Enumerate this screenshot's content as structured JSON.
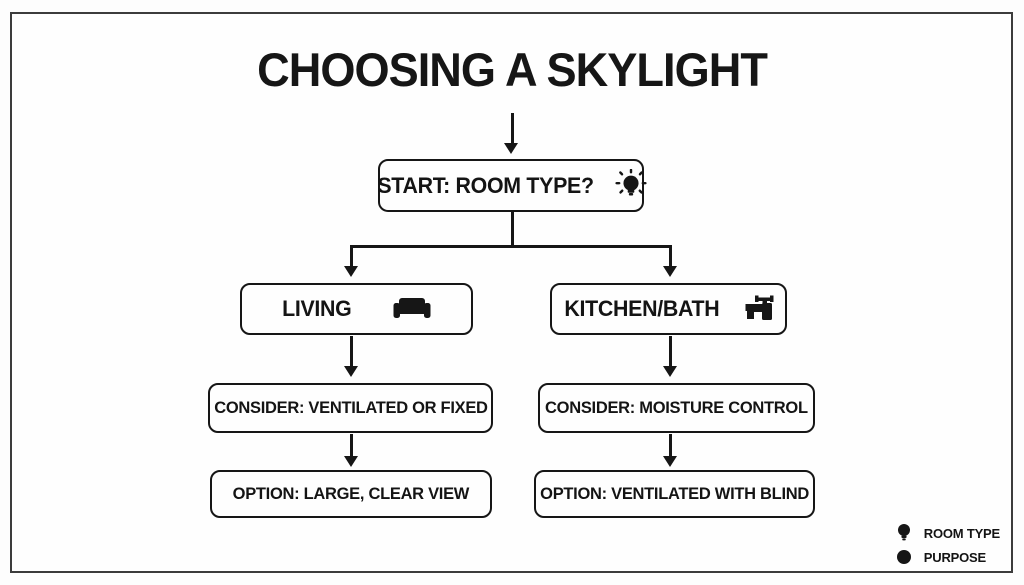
{
  "title": "CHOOSING A SKYLIGHT",
  "flowchart": {
    "nodes": {
      "start": {
        "label": "START: ROOM TYPE?",
        "icon": "lightbulb-rays-icon"
      },
      "living": {
        "label": "LIVING",
        "icon": "sofa-icon"
      },
      "kitchen_bath": {
        "label": "KITCHEN/BATH",
        "icon": "faucet-icon"
      },
      "consider_living": {
        "label": "CONSIDER: VENTILATED OR FIXED"
      },
      "consider_kitchen": {
        "label": "CONSIDER: MOISTURE CONTROL"
      },
      "option_living": {
        "label": "OPTION: LARGE, CLEAR VIEW"
      },
      "option_kitchen": {
        "label": "OPTION: VENTILATED WITH BLIND"
      }
    },
    "edges": [
      [
        "title",
        "start"
      ],
      [
        "start",
        "living"
      ],
      [
        "start",
        "kitchen_bath"
      ],
      [
        "living",
        "consider_living"
      ],
      [
        "kitchen_bath",
        "consider_kitchen"
      ],
      [
        "consider_living",
        "option_living"
      ],
      [
        "consider_kitchen",
        "option_kitchen"
      ]
    ]
  },
  "legend": {
    "items": [
      {
        "icon": "lightbulb-icon",
        "label": "ROOM TYPE"
      },
      {
        "icon": "circle-icon",
        "label": "PURPOSE"
      }
    ]
  },
  "colors": {
    "ink": "#161616",
    "background": "#fdfdfd",
    "frame_border": "#3c3c3c"
  }
}
